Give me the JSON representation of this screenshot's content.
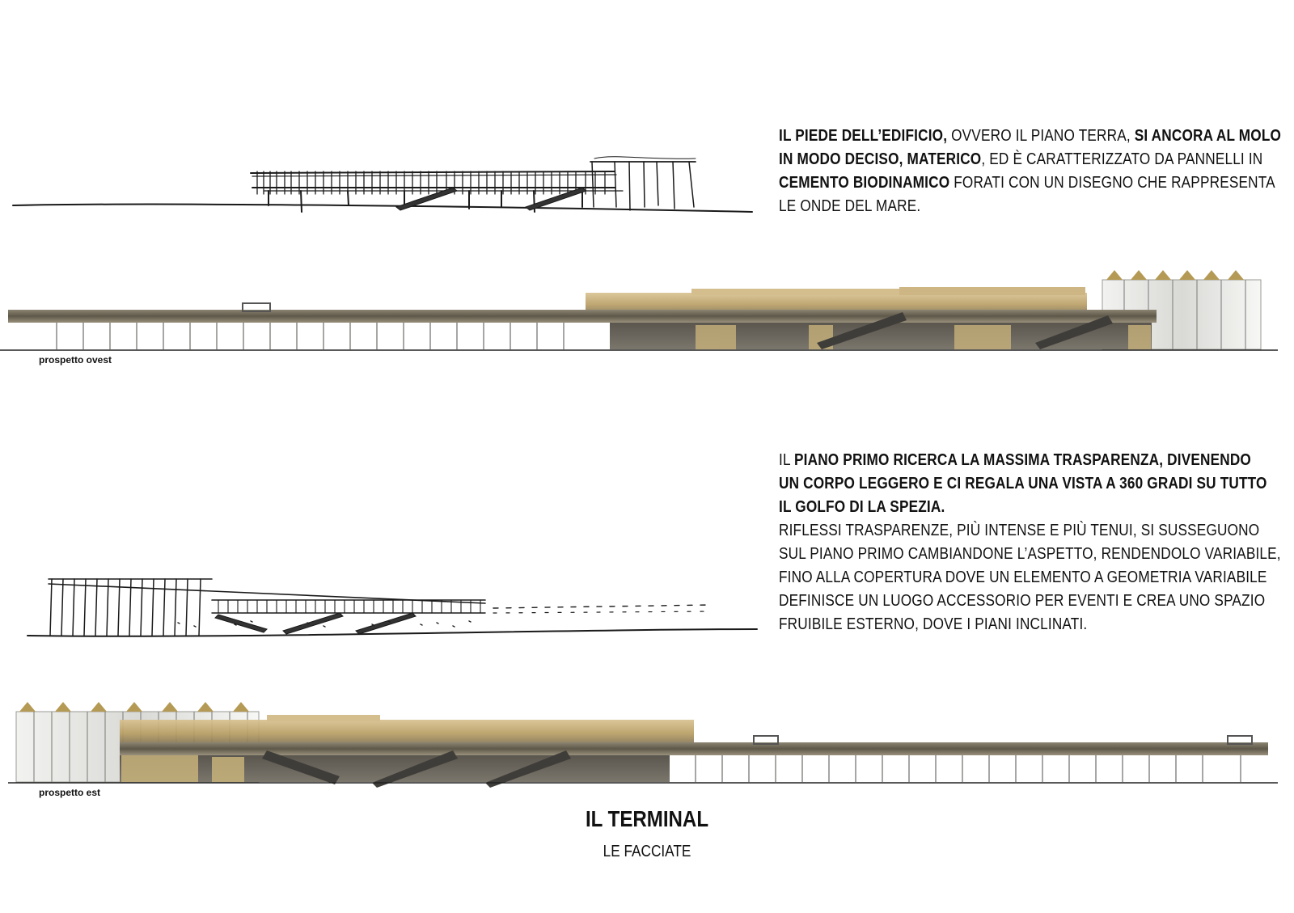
{
  "paragraph_1": {
    "line_1": [
      {
        "text": "IL PIEDE DELL’EDIFICIO,",
        "bold": true
      },
      {
        "text": " OVVERO IL PIANO TERRA, ",
        "bold": false
      },
      {
        "text": "SI ANCORA AL MOLO",
        "bold": true
      }
    ],
    "line_2": [
      {
        "text": "IN MODO DECISO, MATERICO",
        "bold": true
      },
      {
        "text": ", ED È CARATTERIZZATO DA PANNELLI IN",
        "bold": false
      }
    ],
    "line_3": [
      {
        "text": "CEMENTO BIODINAMICO",
        "bold": true
      },
      {
        "text": " FORATI CON UN DISEGNO CHE RAPPRESENTA",
        "bold": false
      }
    ],
    "line_4": [
      {
        "text": "LE ONDE DEL MARE.",
        "bold": false
      }
    ]
  },
  "paragraph_2": {
    "line_1": [
      {
        "text": "IL ",
        "bold": false
      },
      {
        "text": "PIANO PRIMO RICERCA LA MASSIMA TRASPARENZA, DIVENENDO",
        "bold": true
      }
    ],
    "line_2": [
      {
        "text": "UN CORPO LEGGERO E CI REGALA UNA VISTA A 360 GRADI SU TUTTO",
        "bold": true
      }
    ],
    "line_3": [
      {
        "text": "IL GOLFO DI LA SPEZIA.",
        "bold": true
      }
    ],
    "line_4": [
      {
        "text": "RIFLESSI TRASPARENZE, PIÙ INTENSE E PIÙ TENUI, SI SUSSEGUONO",
        "bold": false
      }
    ],
    "line_5": [
      {
        "text": "SUL PIANO PRIMO CAMBIANDONE L’ASPETTO, RENDENDOLO VARIABILE,",
        "bold": false
      }
    ],
    "line_6": [
      {
        "text": "FINO ALLA COPERTURA DOVE UN ELEMENTO A GEOMETRIA VARIABILE",
        "bold": false
      }
    ],
    "line_7": [
      {
        "text": "DEFINISCE  UN LUOGO ACCESSORIO PER EVENTI E CREA UNO SPAZIO",
        "bold": false
      }
    ],
    "line_8": [
      {
        "text": "FRUIBILE ESTERNO, DOVE I  PIANI INCLINATI.",
        "bold": false
      }
    ]
  },
  "captions": {
    "west": "prospetto ovest",
    "east": "prospetto est"
  },
  "title": "IL TERMINAL",
  "subtitle": "LE FACCIATE",
  "colors": {
    "ink": "#1a1a1a",
    "roof_band": "#6e6553",
    "gold_glass": "#c9b27a",
    "concrete": "#6b665c",
    "grey_glass": "#9a9a96"
  }
}
